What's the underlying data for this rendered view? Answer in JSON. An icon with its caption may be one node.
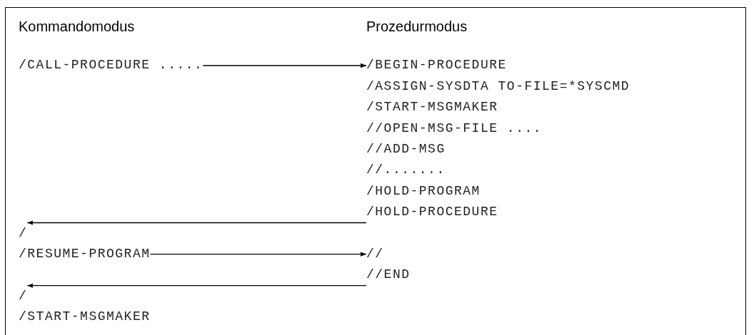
{
  "diagram": {
    "nodes": [
      {
        "text": [
          "/CALL-PROCEDURE ....."
        ]
      },
      {
        "text": [
          "/BEGIN-PROCEDURE"
        ]
      },
      {
        "text": [
          "/HOLD-PROCEDURE"
        ]
      },
      {
        "text": [
          "/"
        ]
      },
      {
        "text": [
          "/RESUME-PROGRAM"
        ]
      },
      {
        "text": [
          "//"
        ]
      },
      {
        "text": [
          "//END"
        ]
      },
      {
        "text": [
          "/"
        ]
      }
    ],
    "edges": [
      {
        "from": 0,
        "to": 1,
        "arrow": "to"
      },
      {
        "from": 2,
        "to": 3,
        "arrow": "to"
      },
      {
        "from": 4,
        "to": 5,
        "arrow": "to"
      },
      {
        "from": 6,
        "to": 7,
        "arrow": "to"
      }
    ],
    "labels": [
      "Kommandomodus",
      "Prozedurmodus",
      "/ASSIGN-SYSDTA TO-FILE=*SYSCMD",
      "/START-MSGMAKER",
      "//OPEN-MSG-FILE ....",
      "//ADD-MSG",
      "//.......",
      "/HOLD-PROGRAM",
      "/START-MSGMAKER"
    ]
  }
}
